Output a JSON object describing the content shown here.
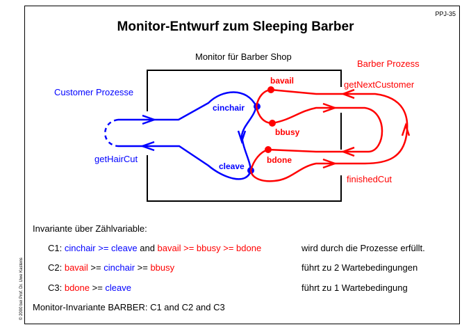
{
  "slide_code": "PPJ-35",
  "title": "Monitor-Entwurf zum Sleeping Barber",
  "copyright": "© 2000 bei Prof. Dr. Uwe Kastens",
  "diagram": {
    "monitor_label": "Monitor für Barber Shop",
    "customer_label": "Customer Prozesse",
    "barber_label": "Barber Prozess",
    "get_hair_cut": "getHairCut",
    "get_next_customer": "getNextCustomer",
    "finished_cut": "finishedCut",
    "cinchair": "cinchair",
    "cleave": "cleave",
    "bavail": "bavail",
    "bbusy": "bbusy",
    "bdone": "bdone",
    "colors": {
      "customer": "#0000ff",
      "barber": "#ff0000"
    }
  },
  "text": {
    "heading": "Invariante über Zählvariable:",
    "c1": {
      "label": "C1: ",
      "a": "cinchair >= cleave",
      "and": " and ",
      "b": "bavail >= bbusy >= bdone",
      "note": "wird durch die Prozesse erfüllt."
    },
    "c2": {
      "label": "C2: ",
      "a": "bavail",
      "op1": " >= ",
      "b": "cinchair",
      "op2": " >= ",
      "c": "bbusy",
      "note": "führt zu 2 Wartebedingungen"
    },
    "c3": {
      "label": "C3: ",
      "a": "bdone",
      "op": " >= ",
      "b": "cleave",
      "note": "führt zu 1 Wartebedingung"
    },
    "monitor_invariant": "Monitor-Invariante BARBER: C1 and C2 and C3"
  }
}
